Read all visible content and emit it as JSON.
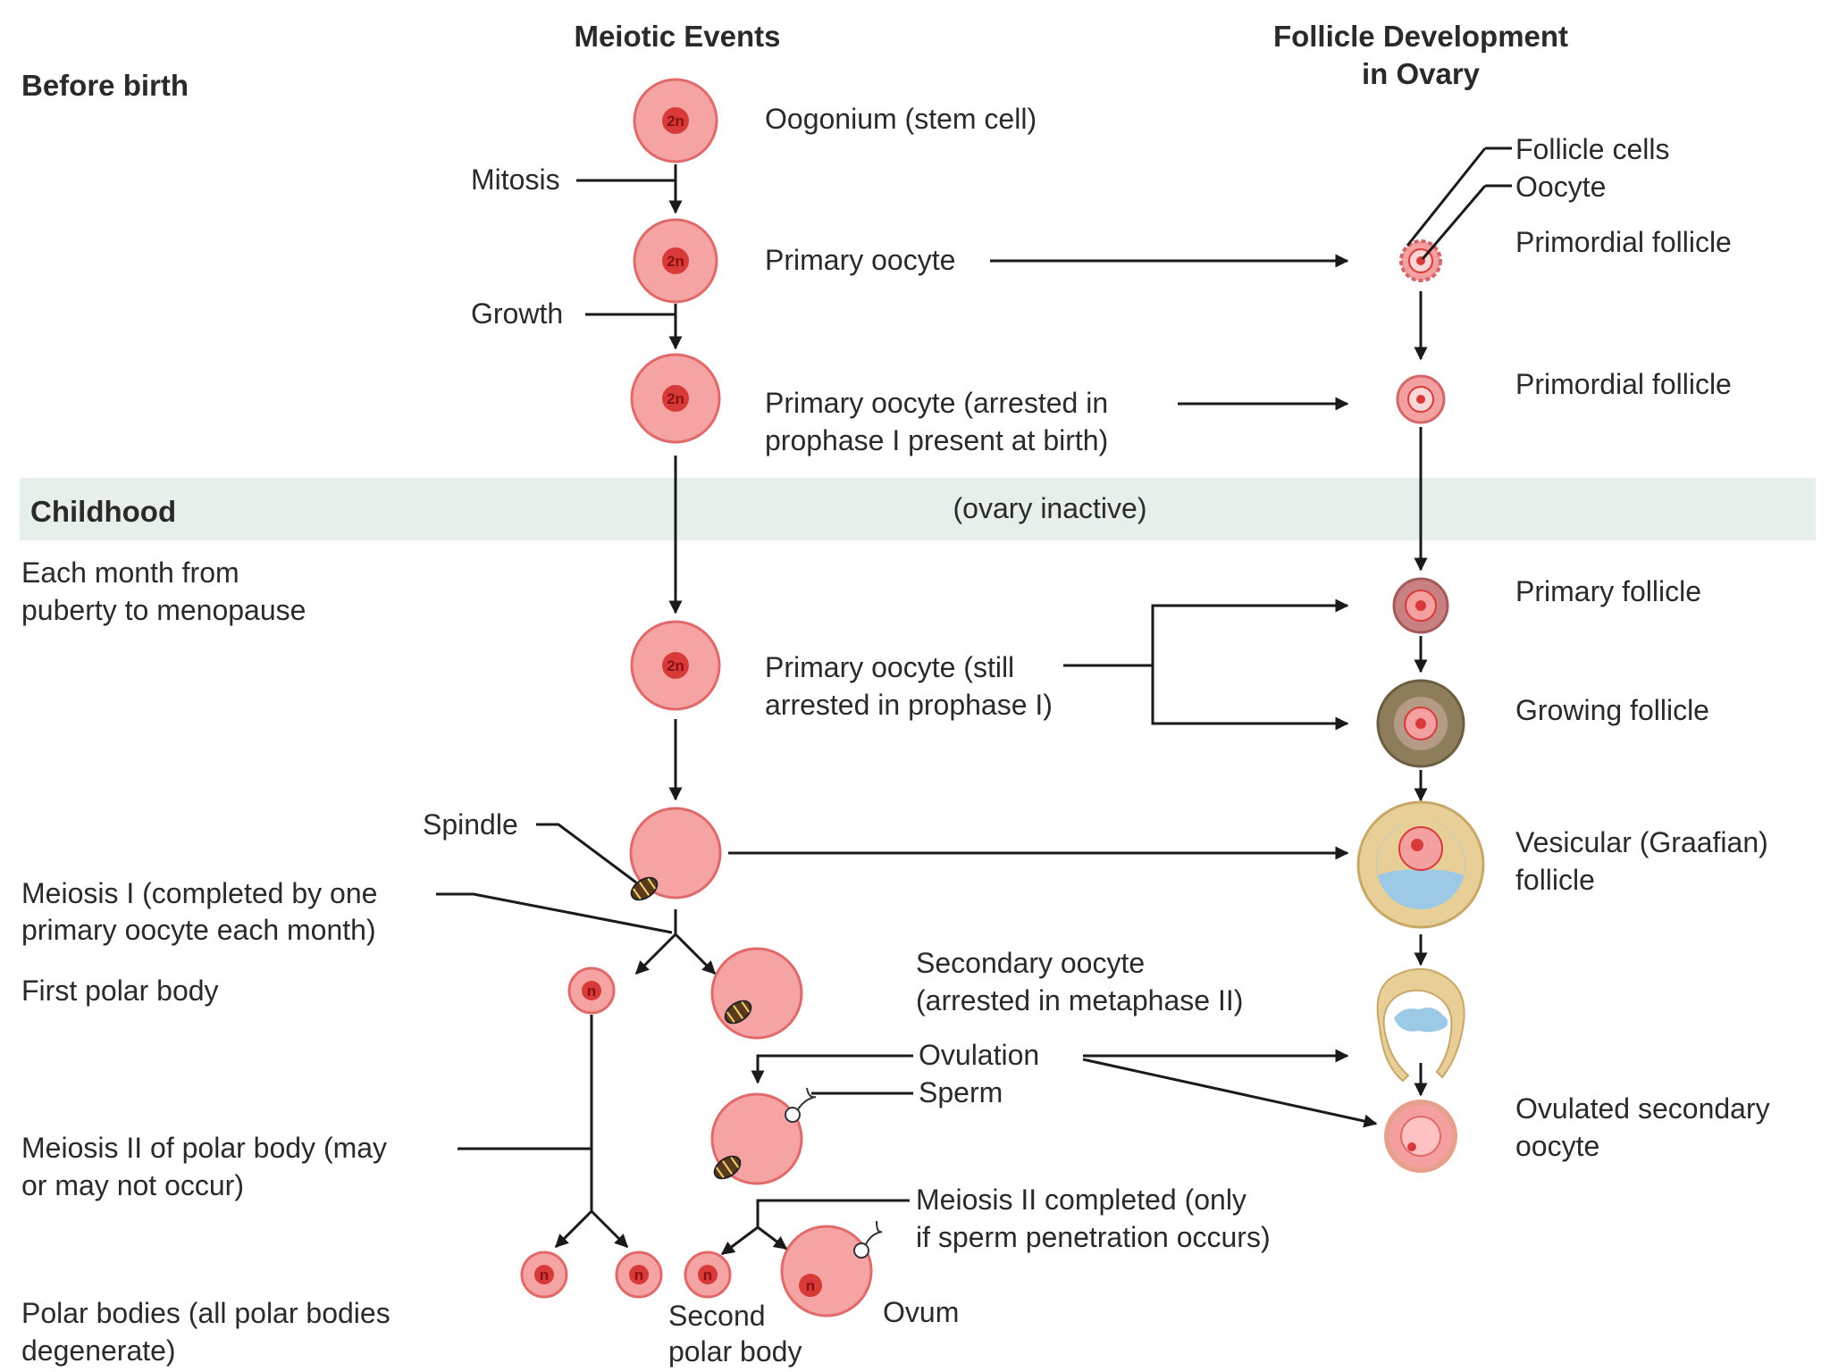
{
  "headers": {
    "meiotic_events": "Meiotic Events",
    "follicle_line1": "Follicle Development",
    "follicle_line2": "in Ovary"
  },
  "stages": {
    "before_birth": "Before birth",
    "childhood": "Childhood",
    "monthly_line1": "Each month from",
    "monthly_line2": "puberty to menopause"
  },
  "processes": {
    "mitosis": "Mitosis",
    "growth": "Growth",
    "spindle": "Spindle",
    "meiosis1_line1": "Meiosis I (completed by one",
    "meiosis1_line2": "primary oocyte each month)",
    "first_polar_body": "First polar body",
    "meiosis2_polar_line1": "Meiosis II of polar body (may",
    "meiosis2_polar_line2": "or may not occur)",
    "polar_bodies_line1": "Polar bodies (all polar bodies",
    "polar_bodies_line2": "degenerate)",
    "ovulation": "Ovulation",
    "sperm": "Sperm",
    "meiosis2_done_line1": "Meiosis II completed (only",
    "meiosis2_done_line2": "if sperm penetration occurs)",
    "second_polar_line1": "Second",
    "second_polar_line2": "polar body",
    "ovum": "Ovum"
  },
  "cells": {
    "oogonium": "Oogonium (stem cell)",
    "primary_oocyte": "Primary oocyte",
    "primary_arrested_line1": "Primary oocyte (arrested in",
    "primary_arrested_line2": "prophase I present at birth)",
    "ovary_inactive": "(ovary inactive)",
    "still_arrested_line1": "Primary oocyte (still",
    "still_arrested_line2": "arrested in prophase I)",
    "secondary_line1": "Secondary oocyte",
    "secondary_line2": "(arrested in metaphase II)"
  },
  "follicles": {
    "follicle_cells": "Follicle cells",
    "oocyte": "Oocyte",
    "primordial_1": "Primordial follicle",
    "primordial_2": "Primordial follicle",
    "primary": "Primary follicle",
    "growing": "Growing follicle",
    "vesicular_line1": "Vesicular (Graafian)",
    "vesicular_line2": "follicle",
    "ovulated_line1": "Ovulated secondary",
    "ovulated_line2": "oocyte"
  },
  "ploidy": {
    "diploid": "2n",
    "haploid": "n"
  },
  "colors": {
    "cell_fill": "#f6a3a3",
    "cell_stroke": "#e06a6a",
    "nucleus": "#d83a3a",
    "childhood_band": "#e7efea",
    "follicle_brown": "#8e7d5a",
    "antrum_blue": "#9cc9e6",
    "graafian_outer": "#e8cf98"
  }
}
